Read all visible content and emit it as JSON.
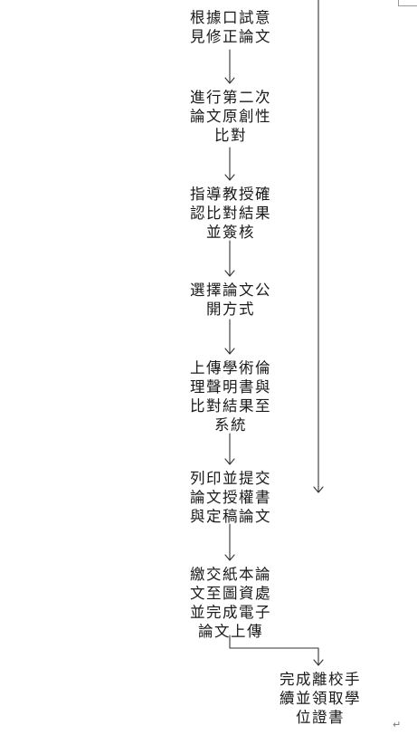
{
  "diagram": {
    "steps": [
      {
        "id": "s1",
        "lines": [
          "根據口試意",
          "見修正論文"
        ]
      },
      {
        "id": "s2",
        "lines": [
          "進行第二次",
          "論文原創性",
          "比對"
        ]
      },
      {
        "id": "s3",
        "lines": [
          "指導教授確",
          "認比對結果",
          "並簽核"
        ]
      },
      {
        "id": "s4",
        "lines": [
          "選擇論文公",
          "開方式"
        ]
      },
      {
        "id": "s5",
        "lines": [
          "上傳學術倫",
          "理聲明書與",
          "比對結果至",
          "系統"
        ]
      },
      {
        "id": "s6",
        "lines": [
          "列印並提交",
          "論文授權書",
          "與定稿論文"
        ]
      },
      {
        "id": "s7",
        "lines": [
          "繳交紙本論",
          "文至圖資處",
          "並完成電子",
          "論文上傳"
        ]
      },
      {
        "id": "s8",
        "lines": [
          "完成離校手",
          "續並領取學",
          "位證書"
        ]
      }
    ],
    "colors": {
      "line": "#333333",
      "text": "#1a1a1a",
      "mark": "#999999"
    },
    "icons": {
      "return_mark": "↵"
    }
  }
}
